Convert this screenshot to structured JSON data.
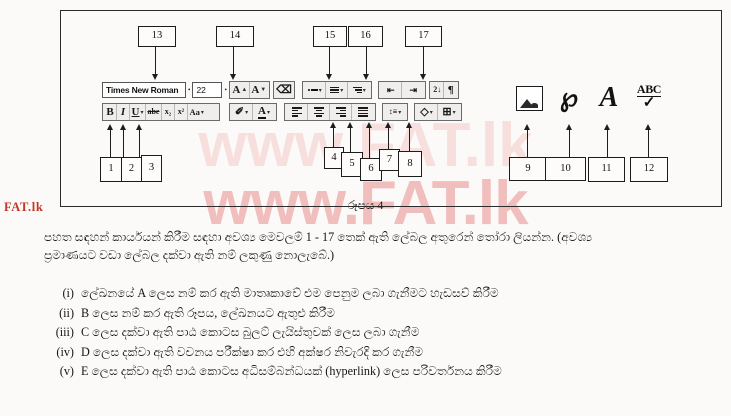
{
  "watermark": {
    "line1": "www.FAT.lk",
    "line2": "www.FAT.lk"
  },
  "branding": {
    "site": "FAT.lk"
  },
  "figure": {
    "caption": "රූපය  4",
    "ribbon": {
      "font_name": {
        "value": "Times New Roman",
        "dropdown": "•"
      },
      "font_size": {
        "value": "22",
        "dropdown": "•"
      },
      "row1_groups": [
        {
          "name": "font-size-controls",
          "buttons": [
            {
              "id": "grow-font",
              "label": "A",
              "cap": "▲"
            },
            {
              "id": "shrink-font",
              "label": "A",
              "cap": "▼"
            }
          ]
        },
        {
          "name": "clear-formatting",
          "buttons": [
            {
              "id": "clear-formatting",
              "label": "⌫",
              "cap": ""
            }
          ]
        },
        {
          "name": "list-controls",
          "buttons": [
            {
              "id": "bullets",
              "label": "≡",
              "cap": "▾"
            },
            {
              "id": "numbering",
              "label": "≣",
              "cap": "▾"
            },
            {
              "id": "multilevel-list",
              "label": "☷",
              "cap": "▾"
            }
          ]
        },
        {
          "name": "indent-controls",
          "buttons": [
            {
              "id": "decrease-indent",
              "label": "⇤",
              "cap": ""
            },
            {
              "id": "increase-indent",
              "label": "⇥",
              "cap": ""
            }
          ]
        },
        {
          "name": "sort-and-marks",
          "buttons": [
            {
              "id": "sort",
              "label": "2↓",
              "cap": ""
            },
            {
              "id": "show-formatting-marks",
              "label": "¶",
              "cap": ""
            }
          ]
        }
      ],
      "row2_groups": [
        {
          "name": "character-formatting",
          "buttons": [
            {
              "id": "bold",
              "label": "B",
              "cap": ""
            },
            {
              "id": "italic",
              "label": "I",
              "cap": ""
            },
            {
              "id": "underline",
              "label": "U",
              "cap": "▾"
            },
            {
              "id": "strikethrough",
              "label": "abe",
              "cap": ""
            },
            {
              "id": "subscript",
              "label": "x₂",
              "cap": ""
            },
            {
              "id": "superscript",
              "label": "x²",
              "cap": ""
            },
            {
              "id": "change-case",
              "label": "Aa",
              "cap": "▾"
            }
          ]
        },
        {
          "name": "color-controls",
          "buttons": [
            {
              "id": "text-highlight-color",
              "label": "✐",
              "cap": "▾"
            },
            {
              "id": "font-color",
              "label": "A",
              "cap": "▾"
            }
          ]
        },
        {
          "name": "paragraph-alignment",
          "buttons": [
            {
              "id": "align-left",
              "label": "",
              "cap": ""
            },
            {
              "id": "align-center",
              "label": "",
              "cap": ""
            },
            {
              "id": "align-right",
              "label": "",
              "cap": ""
            },
            {
              "id": "justify",
              "label": "",
              "cap": ""
            }
          ]
        },
        {
          "name": "line-spacing",
          "buttons": [
            {
              "id": "line-spacing",
              "label": "↕≡",
              "cap": "▾"
            }
          ]
        },
        {
          "name": "shading-borders",
          "buttons": [
            {
              "id": "shading",
              "label": "◇",
              "cap": "▾"
            },
            {
              "id": "borders",
              "label": "⊞",
              "cap": "▾"
            }
          ]
        }
      ],
      "standalone_icons": [
        {
          "id": "insert-picture",
          "name": "picture-icon",
          "label": ""
        },
        {
          "id": "insert-hyperlink",
          "name": "globe-hyperlink-icon",
          "label": "℘"
        },
        {
          "id": "insert-wordart",
          "name": "wordart-a-icon",
          "label": "A"
        },
        {
          "id": "spelling-grammar",
          "name": "abc-check-icon",
          "top": "ABC",
          "bottom": "✓"
        }
      ]
    },
    "callouts_top": [
      {
        "label": "13"
      },
      {
        "label": "14"
      },
      {
        "label": "15"
      },
      {
        "label": "16"
      },
      {
        "label": "17"
      }
    ],
    "callouts_bottom": [
      {
        "label": "1"
      },
      {
        "label": "2"
      },
      {
        "label": "3"
      },
      {
        "label": "4"
      },
      {
        "label": "5"
      },
      {
        "label": "6"
      },
      {
        "label": "7"
      },
      {
        "label": "8"
      },
      {
        "label": "9"
      },
      {
        "label": "10"
      },
      {
        "label": "11"
      },
      {
        "label": "12"
      }
    ]
  },
  "question": {
    "instruction_line1": "පහත සඳහන් කාර්යයන් කිරීම සඳහා අවශ්‍ය මෙවලම් 1 - 17 තෙක් ඇති ලේබල අතුරෙන් තෝරා ලියන්න. (අවශ්‍ය",
    "instruction_line2": "ප්‍රමාණයට වඩා ලේබල දක්වා ඇති නම් ලකුණු නොලැබේ.)",
    "items": [
      {
        "num": "(i)",
        "text": "ලේඛනයේ A ලෙස නම් කර ඇති මාතෘකාවේ එම පෙනුම ලබා ගැනීමට හැඩසව් කිරීම"
      },
      {
        "num": "(ii)",
        "text": "B ලෙස නම් කර ඇති රූපය, ලේඛනයට ඇතුළු කිරීම"
      },
      {
        "num": "(iii)",
        "text": "C ලෙස දක්වා ඇති පාඨ කොටස බුලට් ලැයිස්තුවක් ලෙස ලබා ගැනීම"
      },
      {
        "num": "(iv)",
        "text": "D ලෙස දක්වා ඇති වචනය පරීක්ෂා කර එහි අක්ෂර නිවැරදි කර ගැනීම"
      },
      {
        "num": "(v)",
        "text": "E ලෙස දක්වා ඇති පාඨ කොටස අධිසම්බන්ධයක් (hyperlink) ලෙස පරිවර්තනය කිරීම"
      }
    ]
  }
}
